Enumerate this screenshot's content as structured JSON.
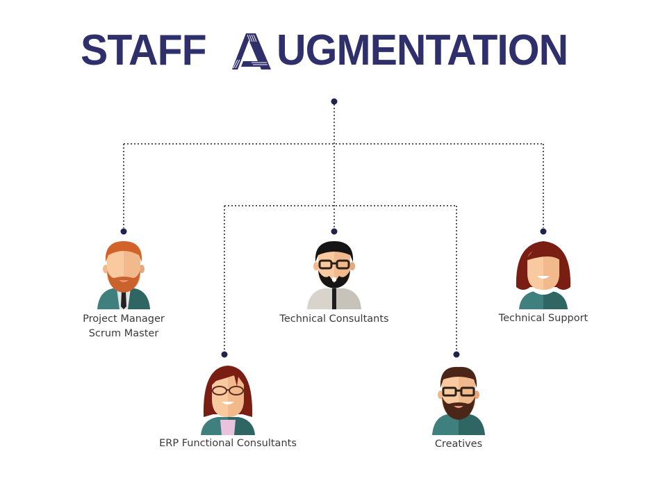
{
  "title": {
    "prefix": "STAFF",
    "suffix": "UGMENTATION",
    "logo_letter": "A",
    "color": "#2f2f6b"
  },
  "connector": {
    "dot_color": "#1e2450",
    "line_color": "#555555",
    "style": "dotted"
  },
  "nodes": [
    {
      "id": "project-manager",
      "label_line1": "Project Manager",
      "label_line2": "Scrum Master",
      "icon": "bearded-man-redhead-suit-icon"
    },
    {
      "id": "technical-consultants",
      "label_line1": "Technical Consultants",
      "icon": "man-glasses-tie-icon"
    },
    {
      "id": "technical-support",
      "label_line1": "Technical Support",
      "icon": "woman-auburn-hair-icon"
    },
    {
      "id": "erp-functional-consultants",
      "label_line1": "ERP Functional Consultants",
      "icon": "woman-glasses-bangs-icon"
    },
    {
      "id": "creatives",
      "label_line1": "Creatives",
      "icon": "bearded-man-glasses-icon"
    }
  ]
}
